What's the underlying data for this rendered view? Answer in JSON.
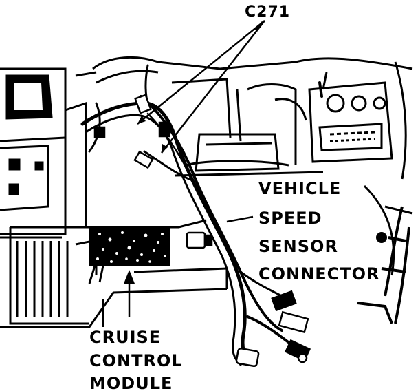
{
  "callouts": {
    "connector": "C271",
    "vss": [
      "VEHICLE",
      "SPEED",
      "SENSOR",
      "CONNECTOR"
    ],
    "module": [
      "CRUISE",
      "CONTROL",
      "MODULE"
    ]
  },
  "colors": {
    "ink": "#000000",
    "paper": "#ffffff"
  }
}
